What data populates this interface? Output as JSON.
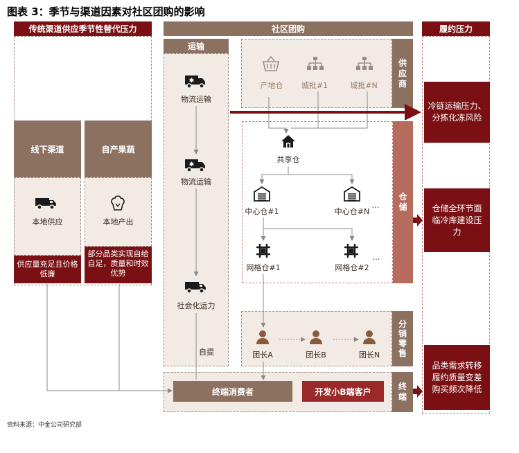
{
  "title": "图表 3：季节与渠道因素对社区团购的影响",
  "headers": {
    "left": "传统渠道供应季节性替代压力",
    "middle": "社区团购",
    "right": "履约压力"
  },
  "left": {
    "channels": [
      "线下渠道",
      "自产果蔬"
    ],
    "offline_label": "本地供应",
    "offline_desc": "供应量充足且价格低廉",
    "self_label": "本地产出",
    "self_desc": "部分品类实现自给自足，质量和时效优势"
  },
  "transport": {
    "header": "运输",
    "step1": "物流运输",
    "step2": "物流运输",
    "step3": "社会化运力",
    "pickup": "自提"
  },
  "supply": {
    "side": "供应商",
    "nodes": [
      "产地仓",
      "城批#1",
      "城批#N"
    ]
  },
  "warehouse": {
    "side": "仓储",
    "shared": "共享仓",
    "centers": [
      "中心仓#1",
      "中心仓#N"
    ],
    "ellipsis": "…",
    "grids": [
      "网格仓#1",
      "网格仓#2"
    ],
    "grid_ellipsis": "…"
  },
  "distribution": {
    "side": "分销零售",
    "leaders": [
      "团长A",
      "团长B",
      "团长N"
    ]
  },
  "terminal": {
    "side": "终端",
    "consumer": "终端消费者",
    "b_client": "开发小B端客户"
  },
  "pressures": [
    "冷链运输压力、分拣化冻风险",
    "仓储全环节面临冷库建设压力",
    "品类需求转移履约质量变差购买频次降低"
  ],
  "source": "资料来源：中金公司研究部",
  "colors": {
    "dark_red": "#7a1014",
    "brown": "#8c7060",
    "salmon": "#b76b5c",
    "beige": "#f2ebe5"
  }
}
